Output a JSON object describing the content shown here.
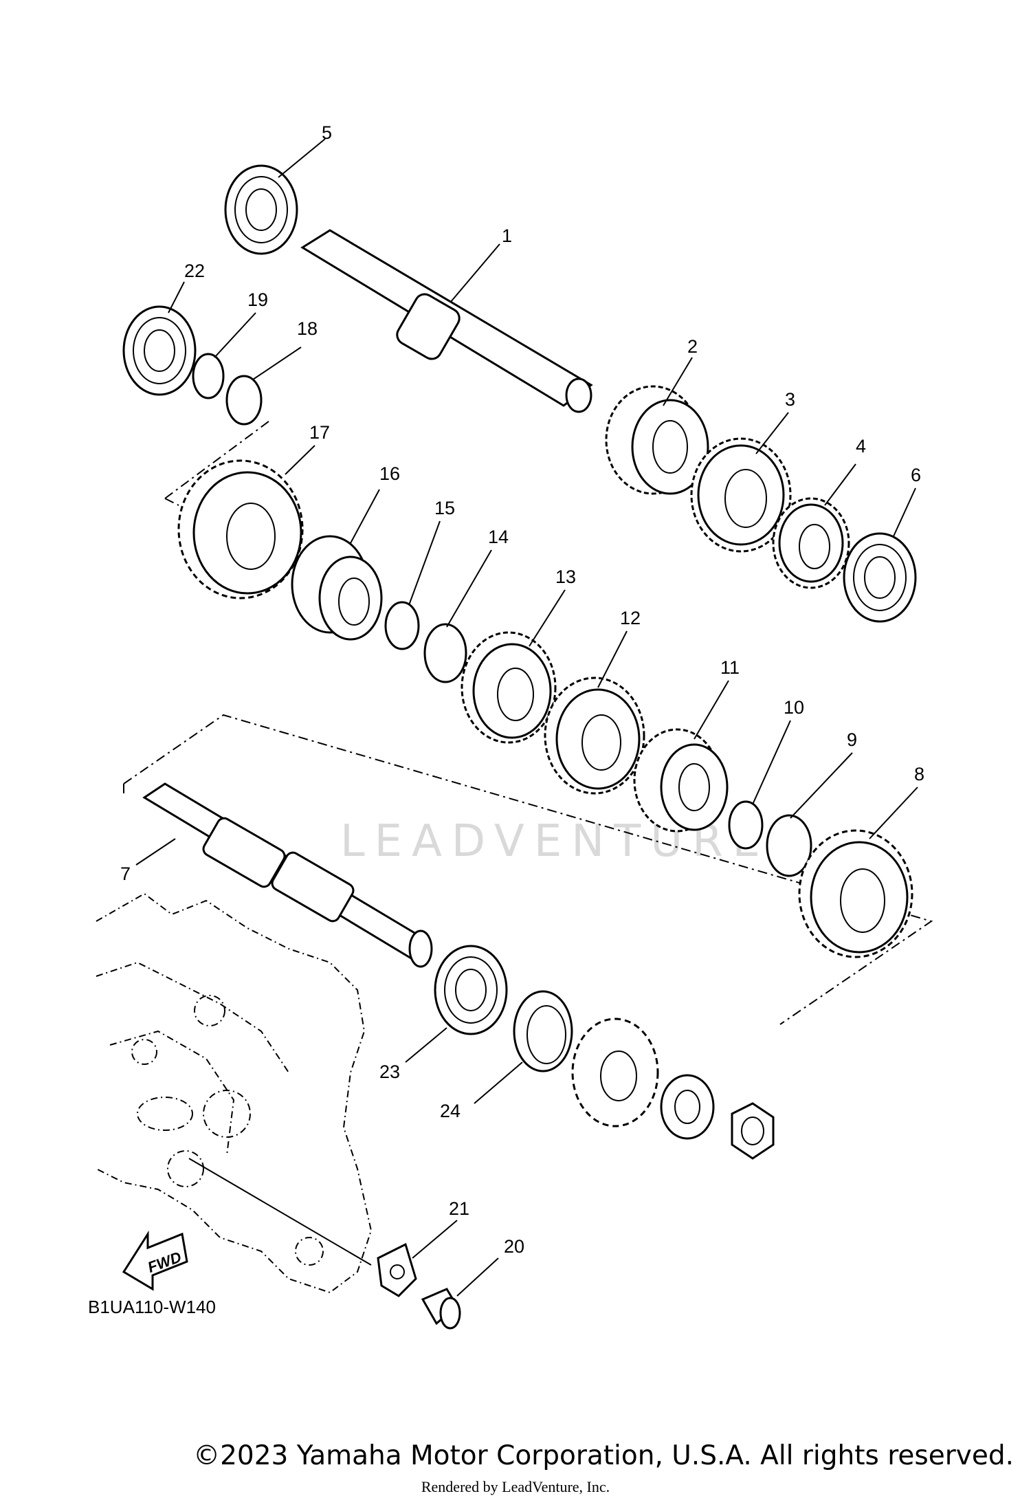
{
  "diagram": {
    "code": "B1UA110-W140",
    "watermark": "LEADVENTURE",
    "fwd_label": "FWD",
    "callouts": [
      "1",
      "2",
      "3",
      "4",
      "5",
      "6",
      "7",
      "8",
      "9",
      "10",
      "11",
      "12",
      "13",
      "14",
      "15",
      "16",
      "17",
      "18",
      "19",
      "20",
      "21",
      "22",
      "23",
      "24"
    ]
  },
  "footer": {
    "copyright": "©2023 Yamaha Motor Corporation, U.S.A. All rights reserved.",
    "rendered_by": "Rendered by LeadVenture, Inc."
  }
}
